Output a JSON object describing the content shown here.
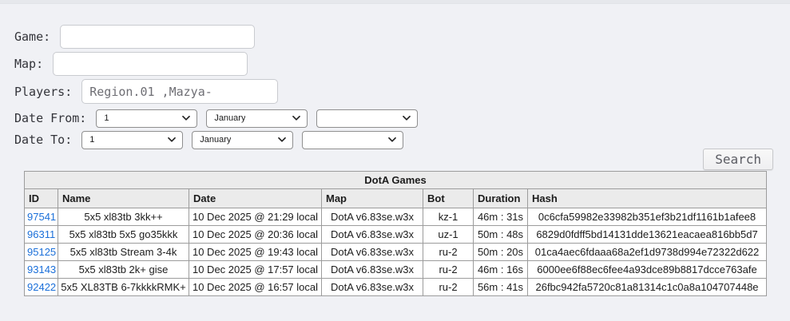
{
  "form": {
    "game_label": "Game:",
    "map_label": "Map:",
    "players_label": "Players:",
    "players_value": "Region.01 ,Mazya-",
    "date_from_label": "Date From:",
    "date_to_label": "Date To:",
    "date_from": {
      "day": "1",
      "month": "January",
      "year": ""
    },
    "date_to": {
      "day": "1",
      "month": "January",
      "year": ""
    },
    "search_label": "Search"
  },
  "table": {
    "title": "DotA Games",
    "columns": [
      "ID",
      "Name",
      "Date",
      "Map",
      "Bot",
      "Duration",
      "Hash"
    ],
    "rows": [
      {
        "id": "97541",
        "name": "5x5 xl83tb 3kk++",
        "date": "10 Dec 2025 @ 21:29 local",
        "map": "DotA v6.83se.w3x",
        "bot": "kz-1",
        "duration": "46m : 31s",
        "hash": "0c6cfa59982e33982b351ef3b21df1161b1afee8"
      },
      {
        "id": "96311",
        "name": "5x5 xl83tb 5x5 go35kkk",
        "date": "10 Dec 2025 @ 20:36 local",
        "map": "DotA v6.83se.w3x",
        "bot": "uz-1",
        "duration": "50m : 48s",
        "hash": "6829d0fdff5bd14131dde13621eacaea816bb5d7"
      },
      {
        "id": "95125",
        "name": "5x5 xl83tb Stream 3-4k",
        "date": "10 Dec 2025 @ 19:43 local",
        "map": "DotA v6.83se.w3x",
        "bot": "ru-2",
        "duration": "50m : 20s",
        "hash": "01ca4aec6fdaaa68a2ef1d9738d994e72322d622"
      },
      {
        "id": "93143",
        "name": "5x5 xl83tb 2k+ gise",
        "date": "10 Dec 2025 @ 17:57 local",
        "map": "DotA v6.83se.w3x",
        "bot": "ru-2",
        "duration": "46m : 16s",
        "hash": "6000ee6f88ec6fee4a93dce89b8817dcce763afe"
      },
      {
        "id": "92422",
        "name": "5x5 XL83TB 6-7kkkkRMK+",
        "date": "10 Dec 2025 @ 16:57 local",
        "map": "DotA v6.83se.w3x",
        "bot": "ru-2",
        "duration": "56m : 41s",
        "hash": "26fbc942fa5720c81a81314c1c0a8a104707448e"
      }
    ]
  },
  "colors": {
    "page_bg": "#f0f1f5",
    "link": "#1a6fd9",
    "table_header_bg": "#ebebeb",
    "label_text": "#33343a",
    "input_text": "#6e6e74"
  }
}
